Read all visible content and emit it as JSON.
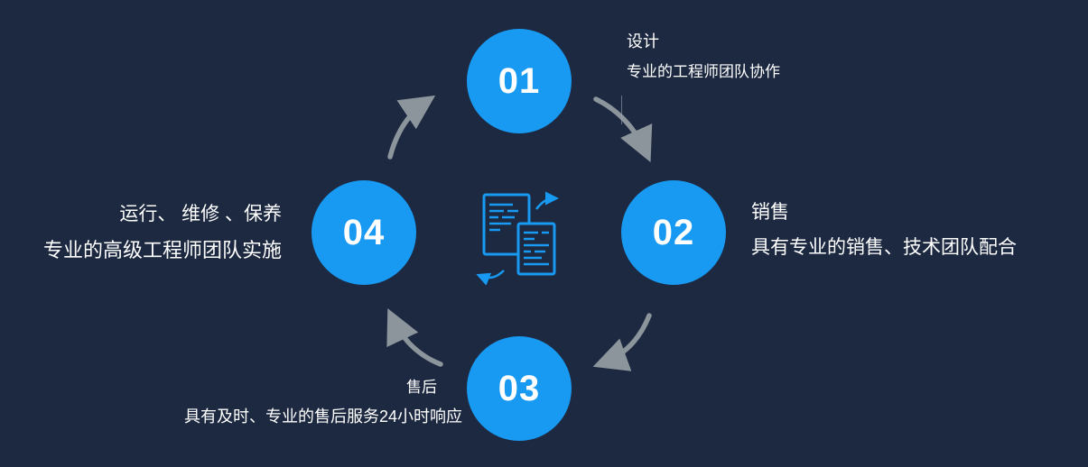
{
  "colors": {
    "background": "#1c2940",
    "accent": "#1899f2",
    "arrow": "#8d959c",
    "text": "#ffffff"
  },
  "diagram": {
    "type": "process-cycle",
    "center_icon": "documents-sync-icon"
  },
  "steps": [
    {
      "number": "01",
      "title": "设计",
      "desc": "专业的工程师团队协作"
    },
    {
      "number": "02",
      "title": "销售",
      "desc": "具有专业的销售、技术团队配合"
    },
    {
      "number": "03",
      "title": "售后",
      "desc": "具有及时、专业的售后服务24小时响应"
    },
    {
      "number": "04",
      "title": "运行、 维修 、保养",
      "desc": "专业的高级工程师团队实施"
    }
  ]
}
